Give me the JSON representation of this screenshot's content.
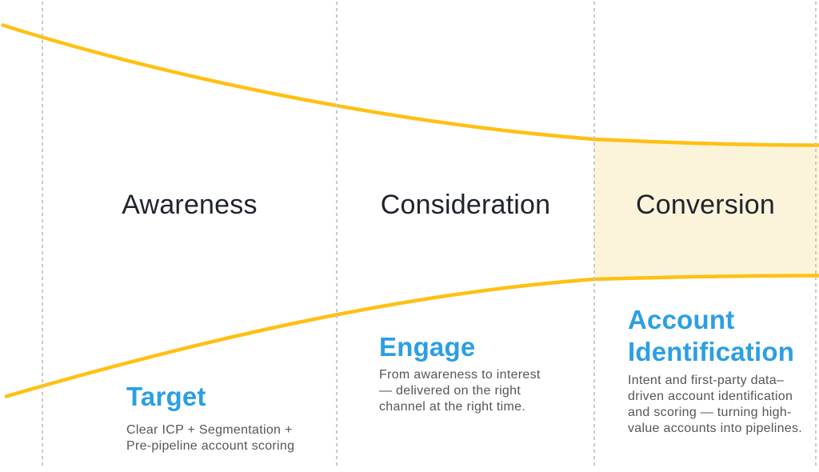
{
  "colors": {
    "curve_yellow": "#FFC013",
    "conversion_highlight": "#FCF4DA",
    "accent_blue": "#2B9FE3",
    "heading_dark": "#20242C",
    "body_gray": "#55565B",
    "divider_gray": "#C9C9C9"
  },
  "stages": [
    {
      "label": "Awareness",
      "action_title_lines": [
        "Target"
      ],
      "description_lines": [
        "Clear ICP + Segmentation +",
        "Pre-pipeline account scoring"
      ]
    },
    {
      "label": "Consideration",
      "action_title_lines": [
        "Engage"
      ],
      "description_lines": [
        "From awareness to interest",
        "— delivered on the right",
        "channel at the right time."
      ]
    },
    {
      "label": "Conversion",
      "action_title_lines": [
        "Account",
        "Identification"
      ],
      "description_lines": [
        "Intent and first-party data–",
        "driven account identification",
        "and scoring — turning high-",
        "value accounts into pipelines."
      ]
    }
  ]
}
